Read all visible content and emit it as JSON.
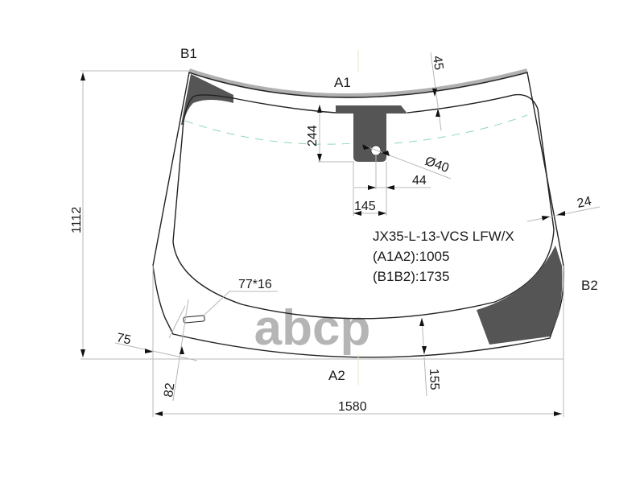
{
  "drawing": {
    "part_code": "JX35-L-13-VCS LFW/X",
    "a1a2_label": "(A1A2):1005",
    "b1b2_label": "(B1B2):1735",
    "watermark": "abcp"
  },
  "points": {
    "a1": "A1",
    "a2": "A2",
    "b1": "B1",
    "b2": "B2"
  },
  "dimensions": {
    "height": "1112",
    "width": "1580",
    "top_band": "45",
    "mirror_mount_depth": "244",
    "hole_diameter": "Ø40",
    "hole_offset": "44",
    "mount_width": "145",
    "side_band": "24",
    "slot_size": "77*16",
    "lower_corner_side": "75",
    "lower_corner_height": "82",
    "bottom_band": "155"
  },
  "colors": {
    "frit": "#555555",
    "top_band": "#b0b0b0",
    "dimension_line": "#b8b8b8",
    "heating_line": "#8fd8b0",
    "watermark": "#b5b5b5"
  }
}
